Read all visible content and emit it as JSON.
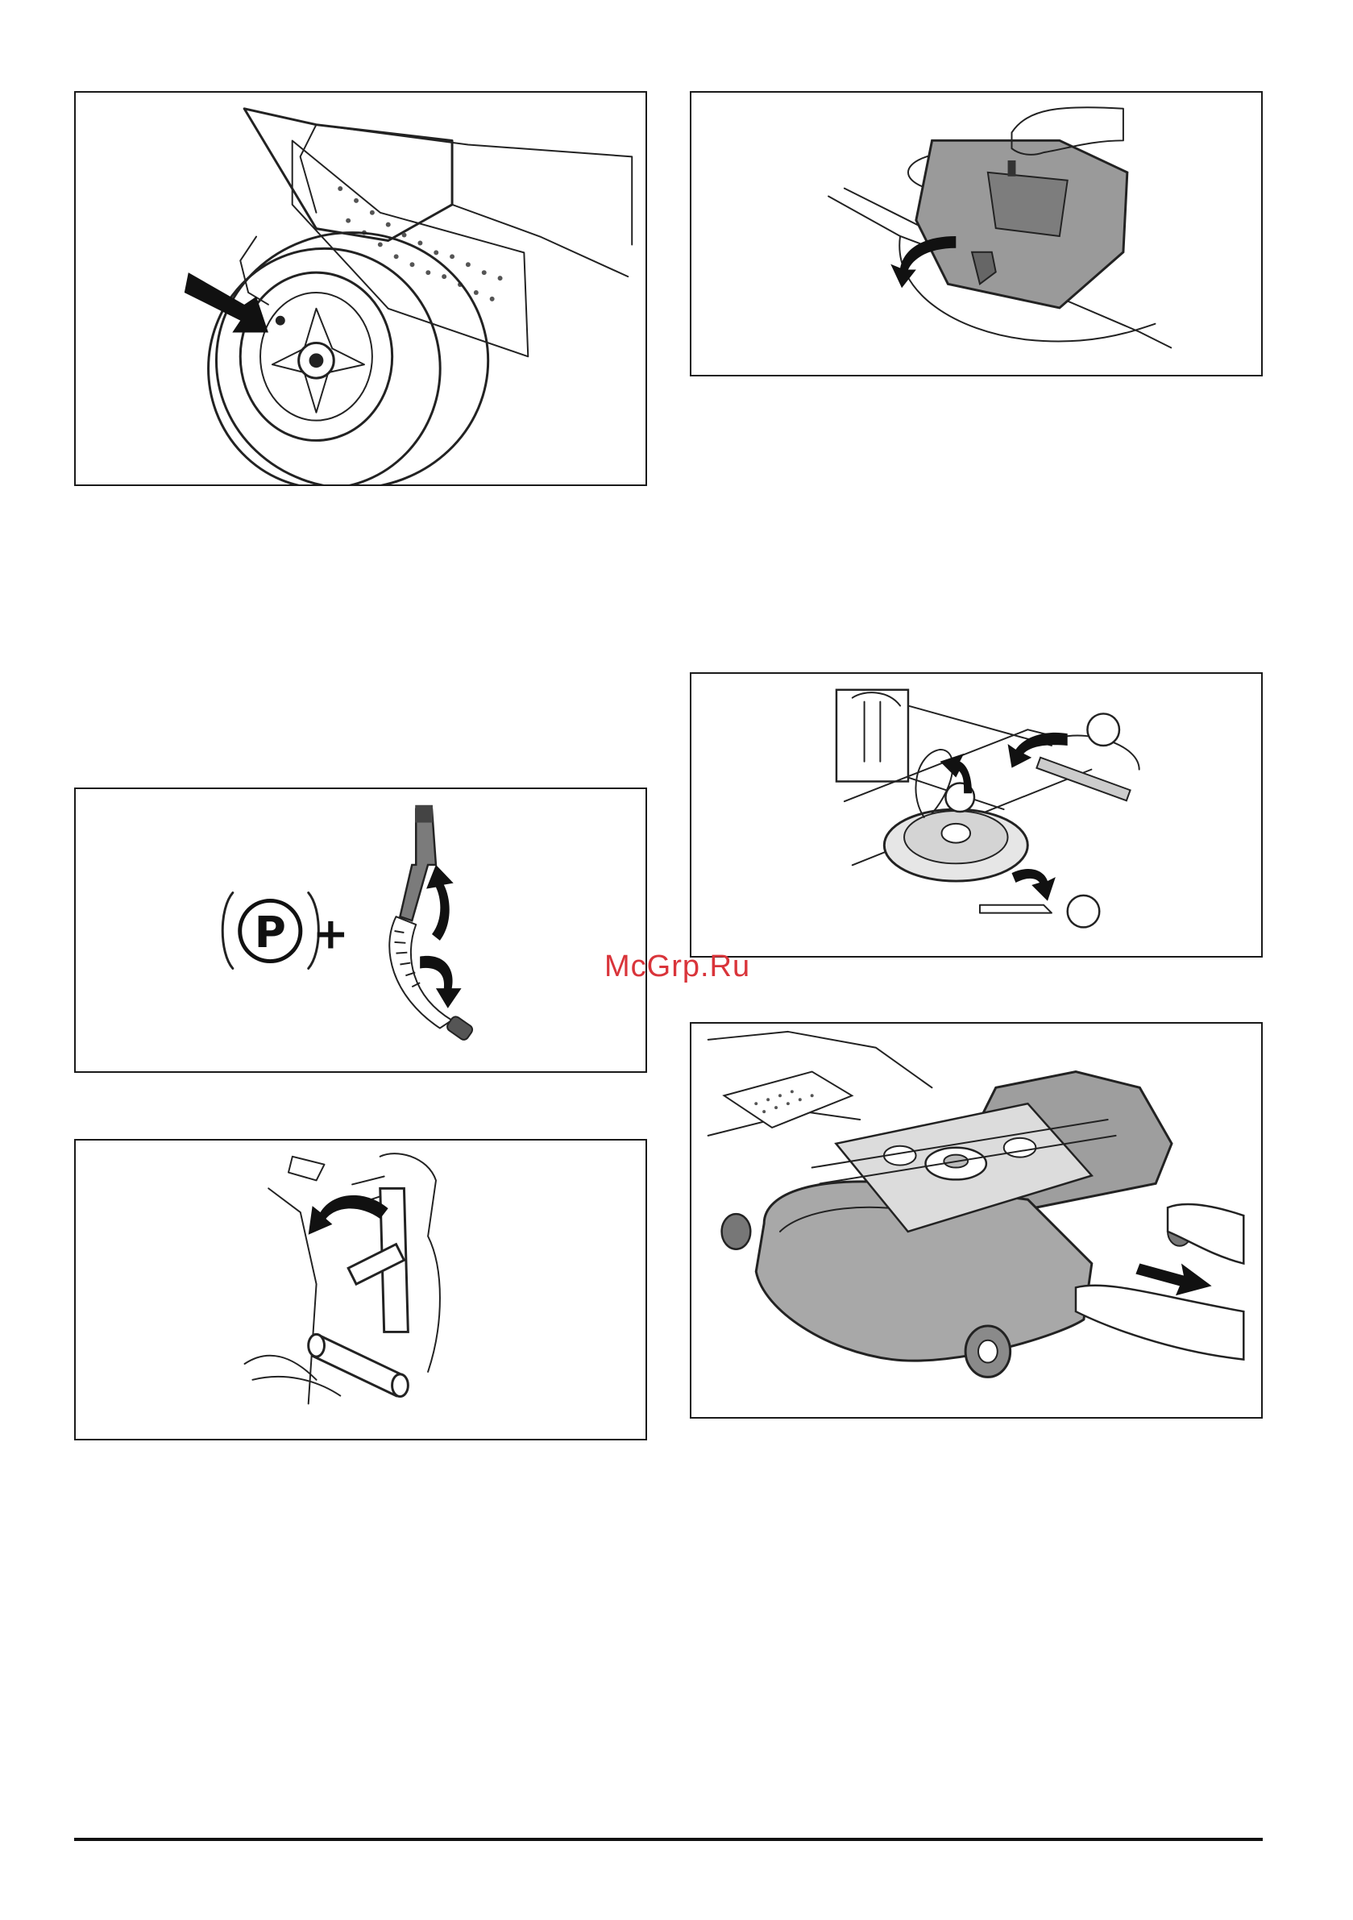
{
  "watermark": "McGrp.Ru",
  "figures": [
    {
      "id": "wheel-valve",
      "subject": "rear-wheel-with-arrow"
    },
    {
      "id": "engine-cover",
      "subject": "cover-removal"
    },
    {
      "id": "parking-brake",
      "subject": "parking-brake-lever",
      "symbol_text": "P",
      "operator": "+"
    },
    {
      "id": "belt-removal",
      "subject": "deck-belt-and-spring"
    },
    {
      "id": "lift-lever",
      "subject": "cutting-height-lever"
    },
    {
      "id": "deck-removal",
      "subject": "pull-out-cutting-deck"
    }
  ]
}
